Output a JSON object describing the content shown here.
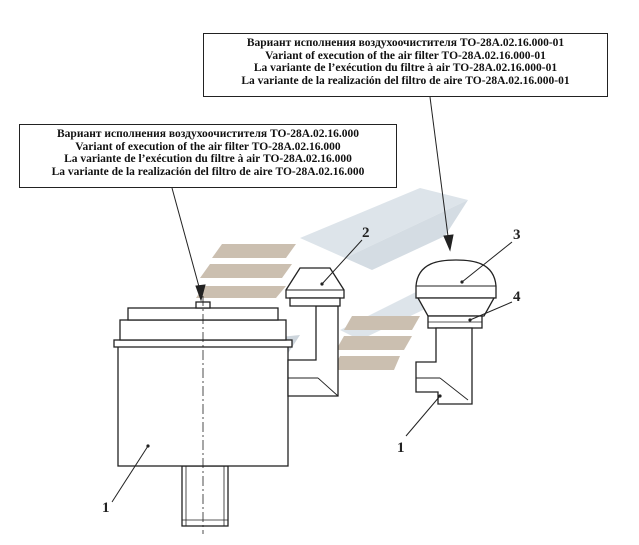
{
  "callouts": {
    "right": [
      "Вариант исполнения воздухоочистителя ТО-28А.02.16.000-01",
      "Variant of execution of the air filter ТО-28А.02.16.000-01",
      "La variante de l’exécution du filtre à air ТО-28А.02.16.000-01",
      "La variante de la realización del filtro de aire ТО-28А.02.16.000-01"
    ],
    "left": [
      "Вариант исполнения воздухоочистителя ТО-28А.02.16.000",
      "Variant of execution of the air filter ТО-28А.02.16.000",
      "La variante de l’exécution du filtre à air ТО-28А.02.16.000",
      "La variante de la realización del filtro de aire ТО-28А.02.16.000"
    ]
  },
  "labels": {
    "left_body": "1",
    "left_cap": "2",
    "right_cap": "3",
    "right_ring": "4",
    "right_elbow": "1"
  },
  "colors": {
    "line": "#222222",
    "watermark_tan": "#cbbfb0",
    "watermark_blue": "#dde4ea",
    "watermark_gray": "#b9c0c6"
  }
}
